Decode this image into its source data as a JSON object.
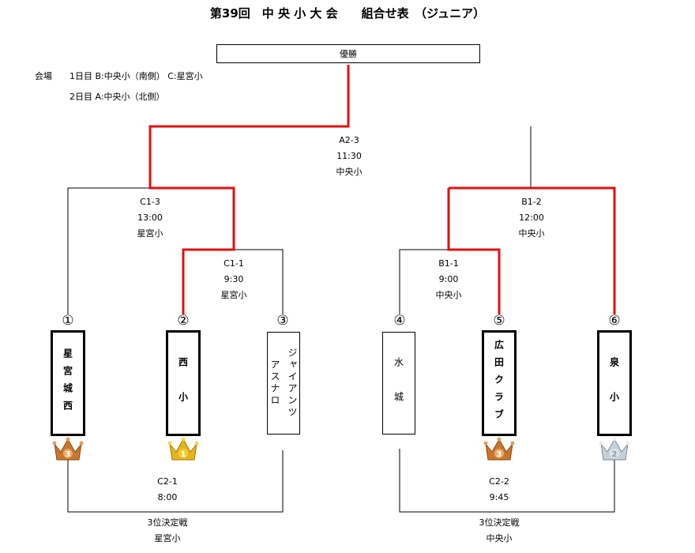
{
  "title": "第39回　中 央 小 大 会　　組合せ表　（ジュニア）",
  "venue": {
    "label": "会場",
    "day1": "1日目 B:中央小（南側） C:星宮小",
    "day2": "2日目 A:中央小（北側）"
  },
  "final_box": "優勝",
  "matches": {
    "a2_3": {
      "code": "A2-3",
      "time": "11:30",
      "place": "中央小"
    },
    "c1_3": {
      "code": "C1-3",
      "time": "13:00",
      "place": "星宮小"
    },
    "c1_1": {
      "code": "C1-1",
      "time": "9:30",
      "place": "星宮小"
    },
    "b1_2": {
      "code": "B1-2",
      "time": "12:00",
      "place": "中央小"
    },
    "b1_1": {
      "code": "B1-1",
      "time": "9:00",
      "place": "中央小"
    },
    "c2_1": {
      "code": "C2-1",
      "time": "8:00",
      "label": "3位決定戦",
      "place": "星宮小"
    },
    "c2_2": {
      "code": "C2-2",
      "time": "9:45",
      "label": "3位決定戦",
      "place": "中央小"
    }
  },
  "teams": [
    {
      "num": "①",
      "name": "星宮城西",
      "medal": "3",
      "medal_color": "#c8762e"
    },
    {
      "num": "②",
      "name": "西　小",
      "medal": "1",
      "medal_color": "#e7b51a"
    },
    {
      "num": "③",
      "name_col1": "アスナロ",
      "name_col2": "ジャイアンツ"
    },
    {
      "num": "④",
      "name": "水　城"
    },
    {
      "num": "⑤",
      "name": "広田クラブ",
      "medal": "3",
      "medal_color": "#c8762e"
    },
    {
      "num": "⑥",
      "name": "泉　小",
      "medal": "2",
      "medal_color": "#b9c4cc"
    }
  ],
  "colors": {
    "winner_line": "#e01010",
    "line": "#000000"
  }
}
